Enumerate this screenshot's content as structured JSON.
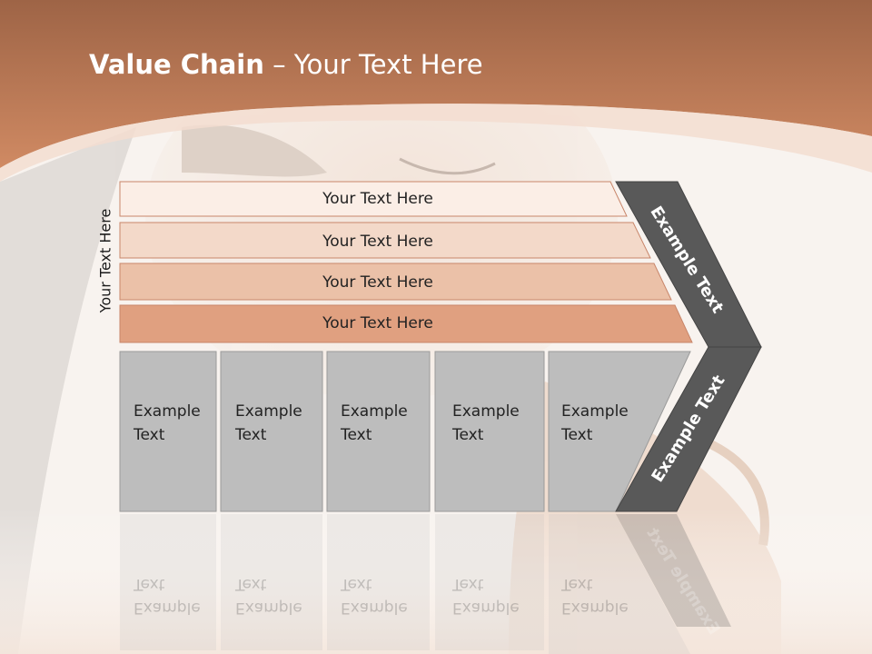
{
  "slide": {
    "title_bold": "Value Chain",
    "title_rest": " – Your Text Here",
    "side_label": "Your Text Here",
    "bands": [
      {
        "label": "Your Text Here"
      },
      {
        "label": "Your Text Here"
      },
      {
        "label": "Your Text Here"
      },
      {
        "label": "Your Text Here"
      }
    ],
    "boxes": [
      {
        "line1": "Example",
        "line2": "Text"
      },
      {
        "line1": "Example",
        "line2": "Text"
      },
      {
        "line1": "Example",
        "line2": "Text"
      },
      {
        "line1": "Example",
        "line2": "Text"
      },
      {
        "line1": "Example",
        "line2": "Text"
      }
    ],
    "chevron_upper_label": "Example Text",
    "chevron_lower_label": "Example Text"
  },
  "colors": {
    "header": "#c98360",
    "band1": "#fbeee6",
    "band2": "#f3d9c9",
    "band3": "#ebc1a8",
    "band4": "#e0a080",
    "box": "#bdbdbd",
    "chevron": "#595959"
  }
}
